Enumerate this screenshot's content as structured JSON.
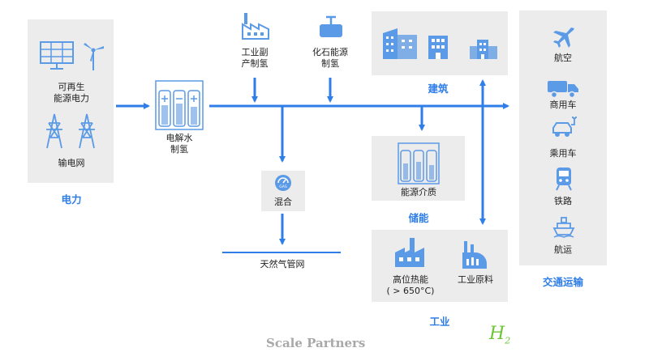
{
  "power": {
    "renewable_label": "可再生\n能源电力",
    "grid_label": "输电网",
    "section_title": "电力"
  },
  "electrolysis_label": "电解水\n制氢",
  "industrial_byproduct_label": "工业副\n产制氢",
  "fossil_label": "化石能源\n制氢",
  "mixing_label": "混合",
  "gas_icon_text": "GAS",
  "gas_grid_label": "天然气管网",
  "building": {
    "section_title": "建筑"
  },
  "storage": {
    "medium_label": "能源介质",
    "section_title": "储能"
  },
  "industry": {
    "high_heat_label": "高位热能\n( > 650°C)",
    "raw_material_label": "工业原料",
    "section_title": "工业"
  },
  "transport": {
    "items": [
      "航空",
      "商用车",
      "乘用车",
      "铁路",
      "航运"
    ],
    "section_title": "交通运输"
  },
  "footer": {
    "brand": "Scale Partners",
    "h2_letter": "H",
    "h2_sub": "2"
  },
  "colors": {
    "accent": "#2f7ee8",
    "icon": "#5b9ae6",
    "panel": "#ececec",
    "h2": "#6cc533"
  }
}
